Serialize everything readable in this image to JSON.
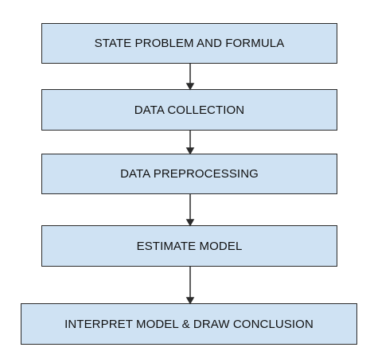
{
  "flowchart": {
    "steps": [
      {
        "label": "STATE PROBLEM AND FORMULA"
      },
      {
        "label": "DATA COLLECTION"
      },
      {
        "label": "DATA PREPROCESSING"
      },
      {
        "label": "ESTIMATE MODEL"
      },
      {
        "label": "INTERPRET MODEL & DRAW CONCLUSION"
      }
    ],
    "colors": {
      "box_fill": "#cfe2f3",
      "box_border": "#2b2b2b",
      "arrow": "#2b2b2b",
      "text": "#111111"
    }
  }
}
